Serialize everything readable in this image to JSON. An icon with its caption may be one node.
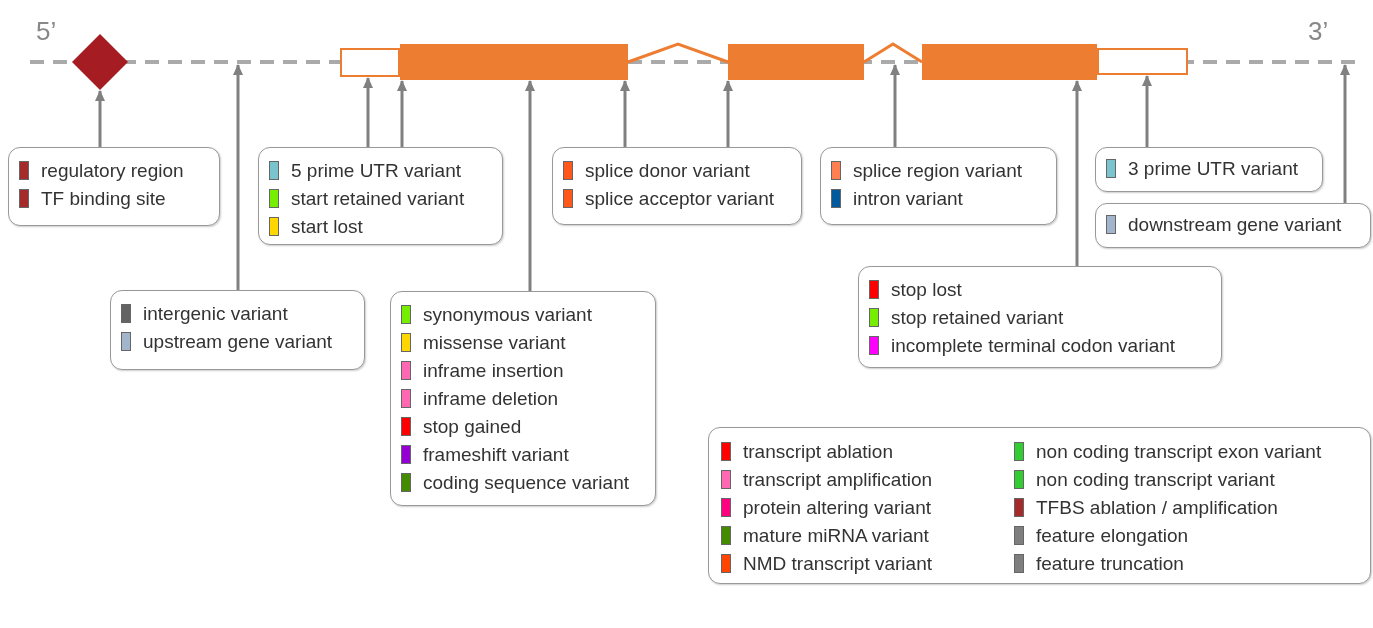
{
  "diagram": {
    "nodes": [
      {
        "text": [],
        "shape": "diamond"
      },
      {
        "text": [],
        "shape": "line"
      },
      {
        "text": [],
        "shape": "box"
      },
      {
        "text": [],
        "shape": "bar"
      },
      {
        "text": [],
        "shape": "bar"
      },
      {
        "text": [],
        "shape": "zigzag"
      },
      {
        "text": [],
        "shape": "bar"
      },
      {
        "text": [],
        "shape": "box"
      },
      {
        "text": [],
        "shape": "box"
      },
      {
        "text": [],
        "shape": "box"
      },
      {
        "text": [],
        "shape": "box"
      },
      {
        "text": [],
        "shape": "box"
      },
      {
        "text": [],
        "shape": "box"
      },
      {
        "text": [],
        "shape": "box"
      },
      {
        "text": [],
        "shape": "box"
      },
      {
        "text": [],
        "shape": "box"
      },
      {
        "text": [],
        "shape": "box"
      },
      {
        "text": [],
        "shape": "zigzag"
      }
    ],
    "edges": [
      {
        "from": 8,
        "to": 0,
        "arrow": "to"
      },
      {
        "from": 14,
        "to": 1,
        "arrow": "to"
      },
      {
        "from": 9,
        "to": 2,
        "arrow": "to"
      },
      {
        "from": 9,
        "to": 3,
        "arrow": "to"
      },
      {
        "from": 16,
        "to": 3,
        "arrow": "to"
      },
      {
        "from": 10,
        "to": 3,
        "arrow": "to"
      },
      {
        "from": 10,
        "to": 4,
        "arrow": "to"
      },
      {
        "from": 11,
        "to": 17,
        "arrow": "to"
      },
      {
        "from": 15,
        "to": 6,
        "arrow": "to"
      },
      {
        "from": 12,
        "to": 7,
        "arrow": "to"
      },
      {
        "from": 13,
        "to": 1,
        "arrow": "to"
      }
    ],
    "labels": [
      "5’",
      "3’"
    ],
    "legend": [
      {
        "text": "regulatory region",
        "color": "#a52a2a"
      },
      {
        "text": "TF binding site",
        "color": "#a52a2a"
      },
      {
        "text": "5 prime UTR variant",
        "color": "#7ac5cd"
      },
      {
        "text": "start retained variant",
        "color": "#76ee00"
      },
      {
        "text": "start lost",
        "color": "#ffd700"
      },
      {
        "text": "splice donor variant",
        "color": "#ff581a"
      },
      {
        "text": "splice acceptor variant",
        "color": "#ff581a"
      },
      {
        "text": "splice region variant",
        "color": "#ff7f50"
      },
      {
        "text": "intron variant",
        "color": "#02599c"
      },
      {
        "text": "3 prime UTR variant",
        "color": "#7ac5cd"
      },
      {
        "text": "downstream gene variant",
        "color": "#a2b5cd"
      },
      {
        "text": "intergenic variant",
        "color": "#636363"
      },
      {
        "text": "upstream gene variant",
        "color": "#a2b5cd"
      },
      {
        "text": "stop lost",
        "color": "#ff0000"
      },
      {
        "text": "stop retained variant",
        "color": "#76ee00"
      },
      {
        "text": "incomplete terminal codon variant",
        "color": "#ff00ff"
      },
      {
        "text": "synonymous variant",
        "color": "#76ee00"
      },
      {
        "text": "missense variant",
        "color": "#ffd700"
      },
      {
        "text": "inframe insertion",
        "color": "#ff69b4"
      },
      {
        "text": "inframe deletion",
        "color": "#ff69b4"
      },
      {
        "text": "stop gained",
        "color": "#ff0000"
      },
      {
        "text": "frameshift variant",
        "color": "#9400d3"
      },
      {
        "text": "coding sequence variant",
        "color": "#458b00"
      },
      {
        "text": "transcript ablation",
        "color": "#ff0000"
      },
      {
        "text": "transcript amplification",
        "color": "#ff69b4"
      },
      {
        "text": "protein altering variant",
        "color": "#ff0080"
      },
      {
        "text": "mature miRNA variant",
        "color": "#458b00"
      },
      {
        "text": "NMD transcript variant",
        "color": "#ff4500"
      },
      {
        "text": "non coding transcript exon variant",
        "color": "#32cd32"
      },
      {
        "text": "non coding transcript variant",
        "color": "#32cd32"
      },
      {
        "text": "TFBS ablation / amplification",
        "color": "#a52a2a"
      },
      {
        "text": "feature elongation",
        "color": "#7f7f7f"
      },
      {
        "text": "feature truncation",
        "color": "#7f7f7f"
      }
    ]
  }
}
